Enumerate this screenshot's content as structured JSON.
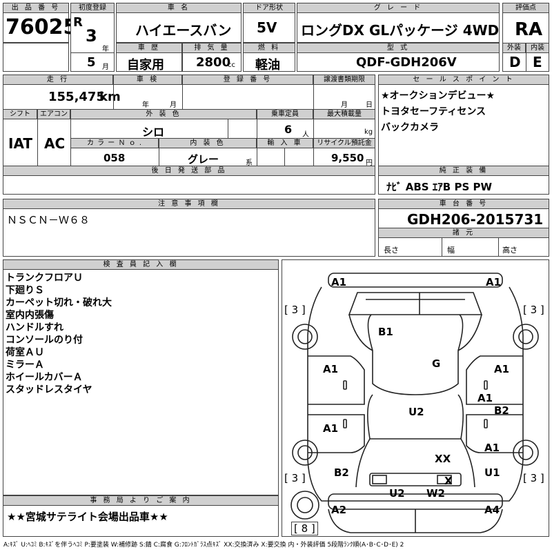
{
  "lot": {
    "label": "出 品 番 号",
    "value": "76025"
  },
  "first_reg": {
    "label": "初度登録",
    "era": "R",
    "year": "3",
    "year_unit": "年",
    "month": "5",
    "month_unit": "月"
  },
  "car_name": {
    "label": "車 名",
    "value": "ハイエースバン"
  },
  "door": {
    "label": "ドア形状",
    "value": "5V"
  },
  "grade": {
    "label": "グ レ ー ド",
    "value": "ロングDX GLパッケージ 4WD"
  },
  "score": {
    "label": "評価点",
    "value": "RA",
    "ext_label": "外装",
    "ext_value": "D",
    "int_label": "内装",
    "int_value": "E"
  },
  "history": {
    "label": "車 歴",
    "value": "自家用"
  },
  "displacement": {
    "label": "排 気 量",
    "value": "2800",
    "unit": "cc"
  },
  "fuel": {
    "label": "燃 料",
    "value": "軽油"
  },
  "model_code": {
    "label": "型 式",
    "value": "QDF-GDH206V"
  },
  "mileage": {
    "label": "走 行",
    "value": "155,475",
    "unit": "km"
  },
  "inspection": {
    "label": "車 検",
    "year_unit": "年",
    "month_unit": "月"
  },
  "reg_no": {
    "label": "登 録 番 号"
  },
  "transfer": {
    "label": "譲渡書類期限",
    "month_unit": "月",
    "day_unit": "日"
  },
  "shift": {
    "label": "シフト",
    "value": "IAT"
  },
  "aircon": {
    "label": "エアコン",
    "value": "AC"
  },
  "ext_color": {
    "label": "外 装 色",
    "value": "シロ"
  },
  "capacity": {
    "label": "乗車定員",
    "value": "6",
    "unit": "人"
  },
  "load": {
    "label": "最大積載量",
    "unit": "kg"
  },
  "color_no": {
    "label": "カ ラ ー Ｎ ｏ .",
    "value": "058"
  },
  "int_color": {
    "label": "内 装 色",
    "value": "グレー",
    "unit": "系"
  },
  "import": {
    "label": "輸 入 車"
  },
  "recycle": {
    "label": "リサイクル預託金",
    "value": "9,550",
    "unit": "円"
  },
  "later_parts": {
    "label": "後 日 発 送 部 品"
  },
  "sales_points": {
    "label": "セ ー ル ス ポ イ ン ト",
    "lines": [
      "★オークションデビュー★",
      "トヨタセーフティセンス",
      "バックカメラ"
    ]
  },
  "equipment": {
    "label": "純 正 装 備",
    "value": "ﾅﾋﾞ ABS ｴｱB PS PW"
  },
  "notes": {
    "label": "注 意 事 項 欄",
    "value": "ＮＳＣＮ－Ｗ６８"
  },
  "chassis": {
    "label": "車 台 番 号",
    "value": "GDH206-2015731",
    "spec_label": "諸 元",
    "length_label": "長さ",
    "width_label": "幅",
    "height_label": "高さ"
  },
  "inspector": {
    "label": "検 査 員 記 入 欄",
    "lines": [
      "トランクフロアＵ",
      "下廻りＳ",
      "カーペット切れ・破れ大",
      "室内内張傷",
      "ハンドルすれ",
      "コンソールのり付",
      "荷室ＡＵ",
      "ミラーＡ",
      "ホイールカバーＡ",
      "スタッドレスタイヤ"
    ]
  },
  "office": {
    "label": "事 務 局 よ り ご 案 内",
    "value": "★★宮城サテライト会場出品車★★"
  },
  "diagram": {
    "labels": {
      "a1_tl": "A1",
      "a1_tr": "A1",
      "b1": "B1",
      "g": "G",
      "a1_l1": "A1",
      "a1_r1": "A1",
      "a1_r2": "A1",
      "b2_r": "B2",
      "u2": "U2",
      "a1_l2": "A1",
      "a1_r3": "A1",
      "xx": "XX",
      "b2_l": "B2",
      "u1": "U1",
      "x": "X",
      "u2_b": "U2",
      "w2": "W2",
      "a2": "A2",
      "a4": "A4"
    },
    "tire_tl": "[ 3 ]",
    "tire_tr": "[ 3 ]",
    "tire_bl": "[ 3 ]",
    "tire_br": "[ 3 ]",
    "spare": "[ 8 ]"
  },
  "legend": "A:ｷｽﾞ U:ﾍｺﾐ B:ｷｽﾞを伴うﾍｺﾐ P:要塗装 W:補修跡 S:錆 C:腐食 G:ﾌﾛﾝﾄｶﾞﾗｽ点ｷｽﾞ XX:交換済み X:要交換 内・外装評価 5段階ﾗﾝｸ順(A･B･C･D･E) 2"
}
